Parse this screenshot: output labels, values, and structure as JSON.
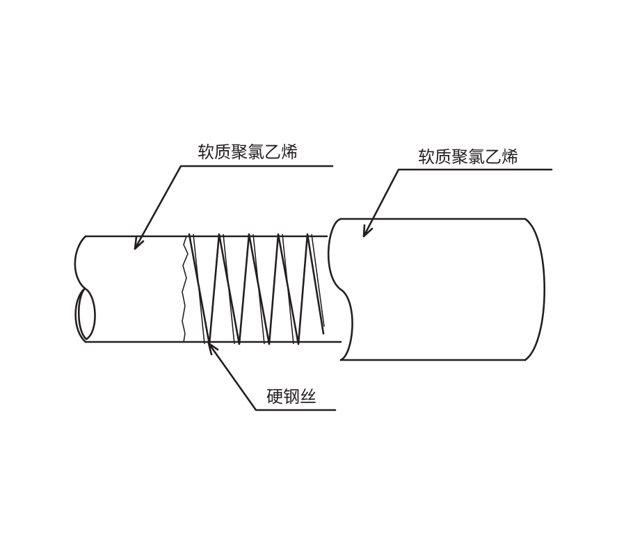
{
  "labels": {
    "outer_layer_left": "软质聚氯乙烯",
    "outer_layer_right": "软质聚氯乙烯",
    "wire": "硬钢丝"
  },
  "colors": {
    "line": "#231f20",
    "background": "#ffffff"
  }
}
